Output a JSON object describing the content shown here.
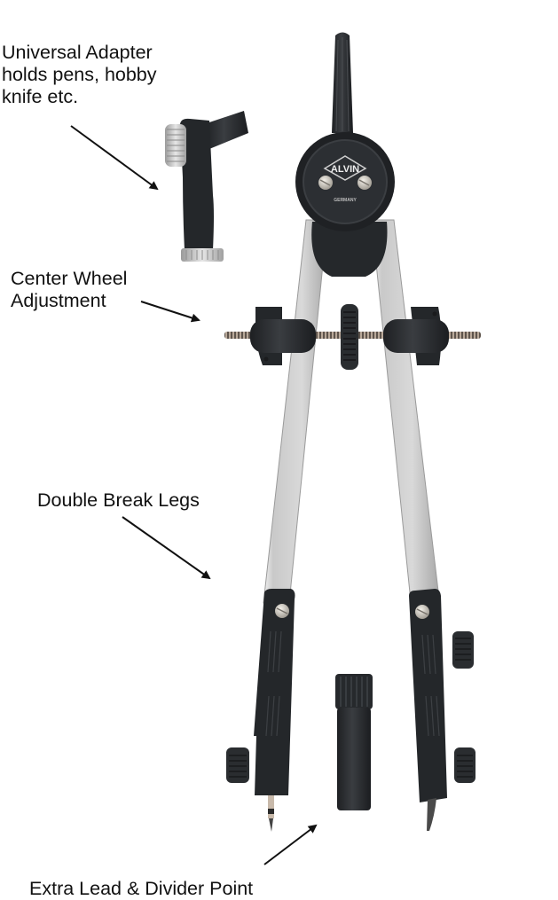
{
  "figure": {
    "subject": "Bow compass with accessories",
    "brand_logo": "ALVIN",
    "logo_subtext": "GERMANY",
    "colors": {
      "background": "#ffffff",
      "label_text": "#111111",
      "arrow": "#111111",
      "black_plastic": "#2b2e31",
      "chrome_leg": "#d6d6d6",
      "screw_metal": "#cfcac2"
    }
  },
  "annotations": [
    {
      "id": "adapter",
      "lines": [
        "Universal Adapter",
        "holds pens, hobby",
        "knife etc."
      ],
      "arrow": "arrow-down-right"
    },
    {
      "id": "wheel",
      "lines": [
        "Center Wheel",
        "Adjustment"
      ],
      "arrow": "arrow-right"
    },
    {
      "id": "legs",
      "lines": [
        "Double Break Legs"
      ],
      "arrow": "arrow-down-right"
    },
    {
      "id": "extra",
      "lines": [
        "Extra Lead & Divider Point"
      ],
      "arrow": "arrow-up-right"
    }
  ]
}
